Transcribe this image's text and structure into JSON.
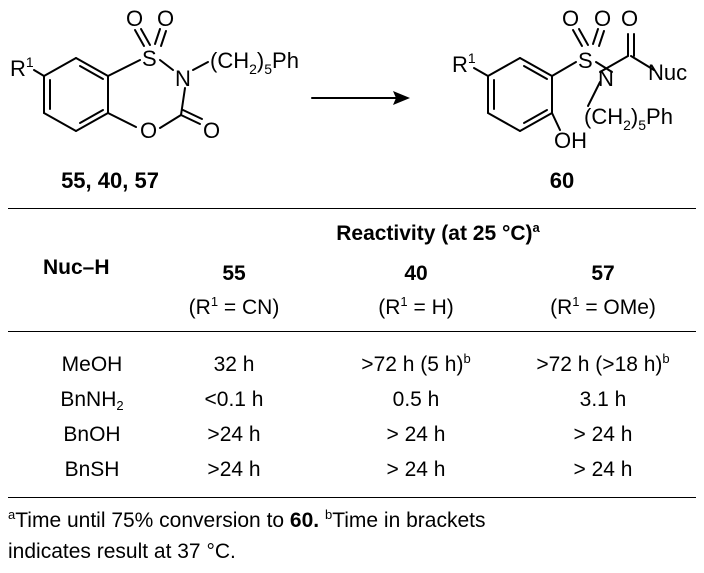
{
  "scheme": {
    "reactant_labels": {
      "r1": "R",
      "r1_sup": "1",
      "o_top1": "O",
      "o_top2": "O",
      "s": "S",
      "n": "N",
      "chain": "(CH",
      "chain_sub": "2",
      "chain_end": ")",
      "chain_sub2": "5",
      "chain_ph": "Ph",
      "o_ring": "O",
      "o_carbonyl": "O"
    },
    "reactant_ids": "55, 40, 57",
    "product_labels": {
      "r1": "R",
      "r1_sup": "1",
      "o_top1": "O",
      "o_top2": "O",
      "o_amide": "O",
      "s": "S",
      "n": "N",
      "nuc": "Nuc",
      "oh": "OH",
      "chain": "(CH",
      "chain_sub": "2",
      "chain_end": ")",
      "chain_sub2": "5",
      "chain_ph": "Ph"
    },
    "product_id": "60"
  },
  "table": {
    "col_header": "Nuc–H",
    "group_header": "Reactivity (at 25 °C)",
    "group_header_sup": "a",
    "columns": [
      {
        "id": "55",
        "sub_pre": "(R",
        "sub_sup": "1",
        "sub_post": " = CN)"
      },
      {
        "id": "40",
        "sub_pre": "(R",
        "sub_sup": "1",
        "sub_post": " = H)"
      },
      {
        "id": "57",
        "sub_pre": "(R",
        "sub_sup": "1",
        "sub_post": " = OMe)"
      }
    ],
    "rows": [
      {
        "nuc": "MeOH",
        "nuc_sub": "",
        "v55": "32 h",
        "v40": ">72 h (5 h)",
        "v40_sup": "b",
        "v57": ">72 h (>18 h)",
        "v57_sup": "b"
      },
      {
        "nuc": "BnNH",
        "nuc_sub": "2",
        "v55": "<0.1 h",
        "v40": "0.5 h",
        "v40_sup": "",
        "v57": "3.1 h",
        "v57_sup": ""
      },
      {
        "nuc": "BnOH",
        "nuc_sub": "",
        "v55": ">24 h",
        "v40": "> 24 h",
        "v40_sup": "",
        "v57": "> 24 h",
        "v57_sup": ""
      },
      {
        "nuc": "BnSH",
        "nuc_sub": "",
        "v55": ">24 h",
        "v40": "> 24 h",
        "v40_sup": "",
        "v57": "> 24 h",
        "v57_sup": ""
      }
    ]
  },
  "footnotes": {
    "a_sup": "a",
    "a_text": "Time until 75% conversion to ",
    "a_bold": "60.",
    "b_sup": "b",
    "b_text": "Time in brackets",
    "line2": "indicates result at 37 °C."
  }
}
